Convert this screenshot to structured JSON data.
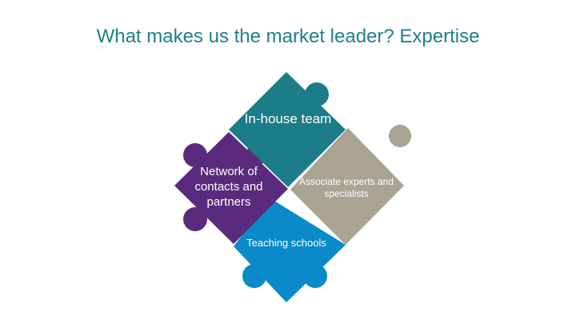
{
  "title": "What makes us the market leader? Expertise",
  "pieces": {
    "in_house": {
      "label": "In-house team",
      "color": "#1c7d89"
    },
    "network": {
      "label": "Network of contacts and partners",
      "color": "#5a2b7d"
    },
    "associate": {
      "label": "Associate experts and specialists",
      "color": "#a9a391"
    },
    "teaching": {
      "label": "Teaching schools",
      "color": "#0a8ac9"
    }
  }
}
